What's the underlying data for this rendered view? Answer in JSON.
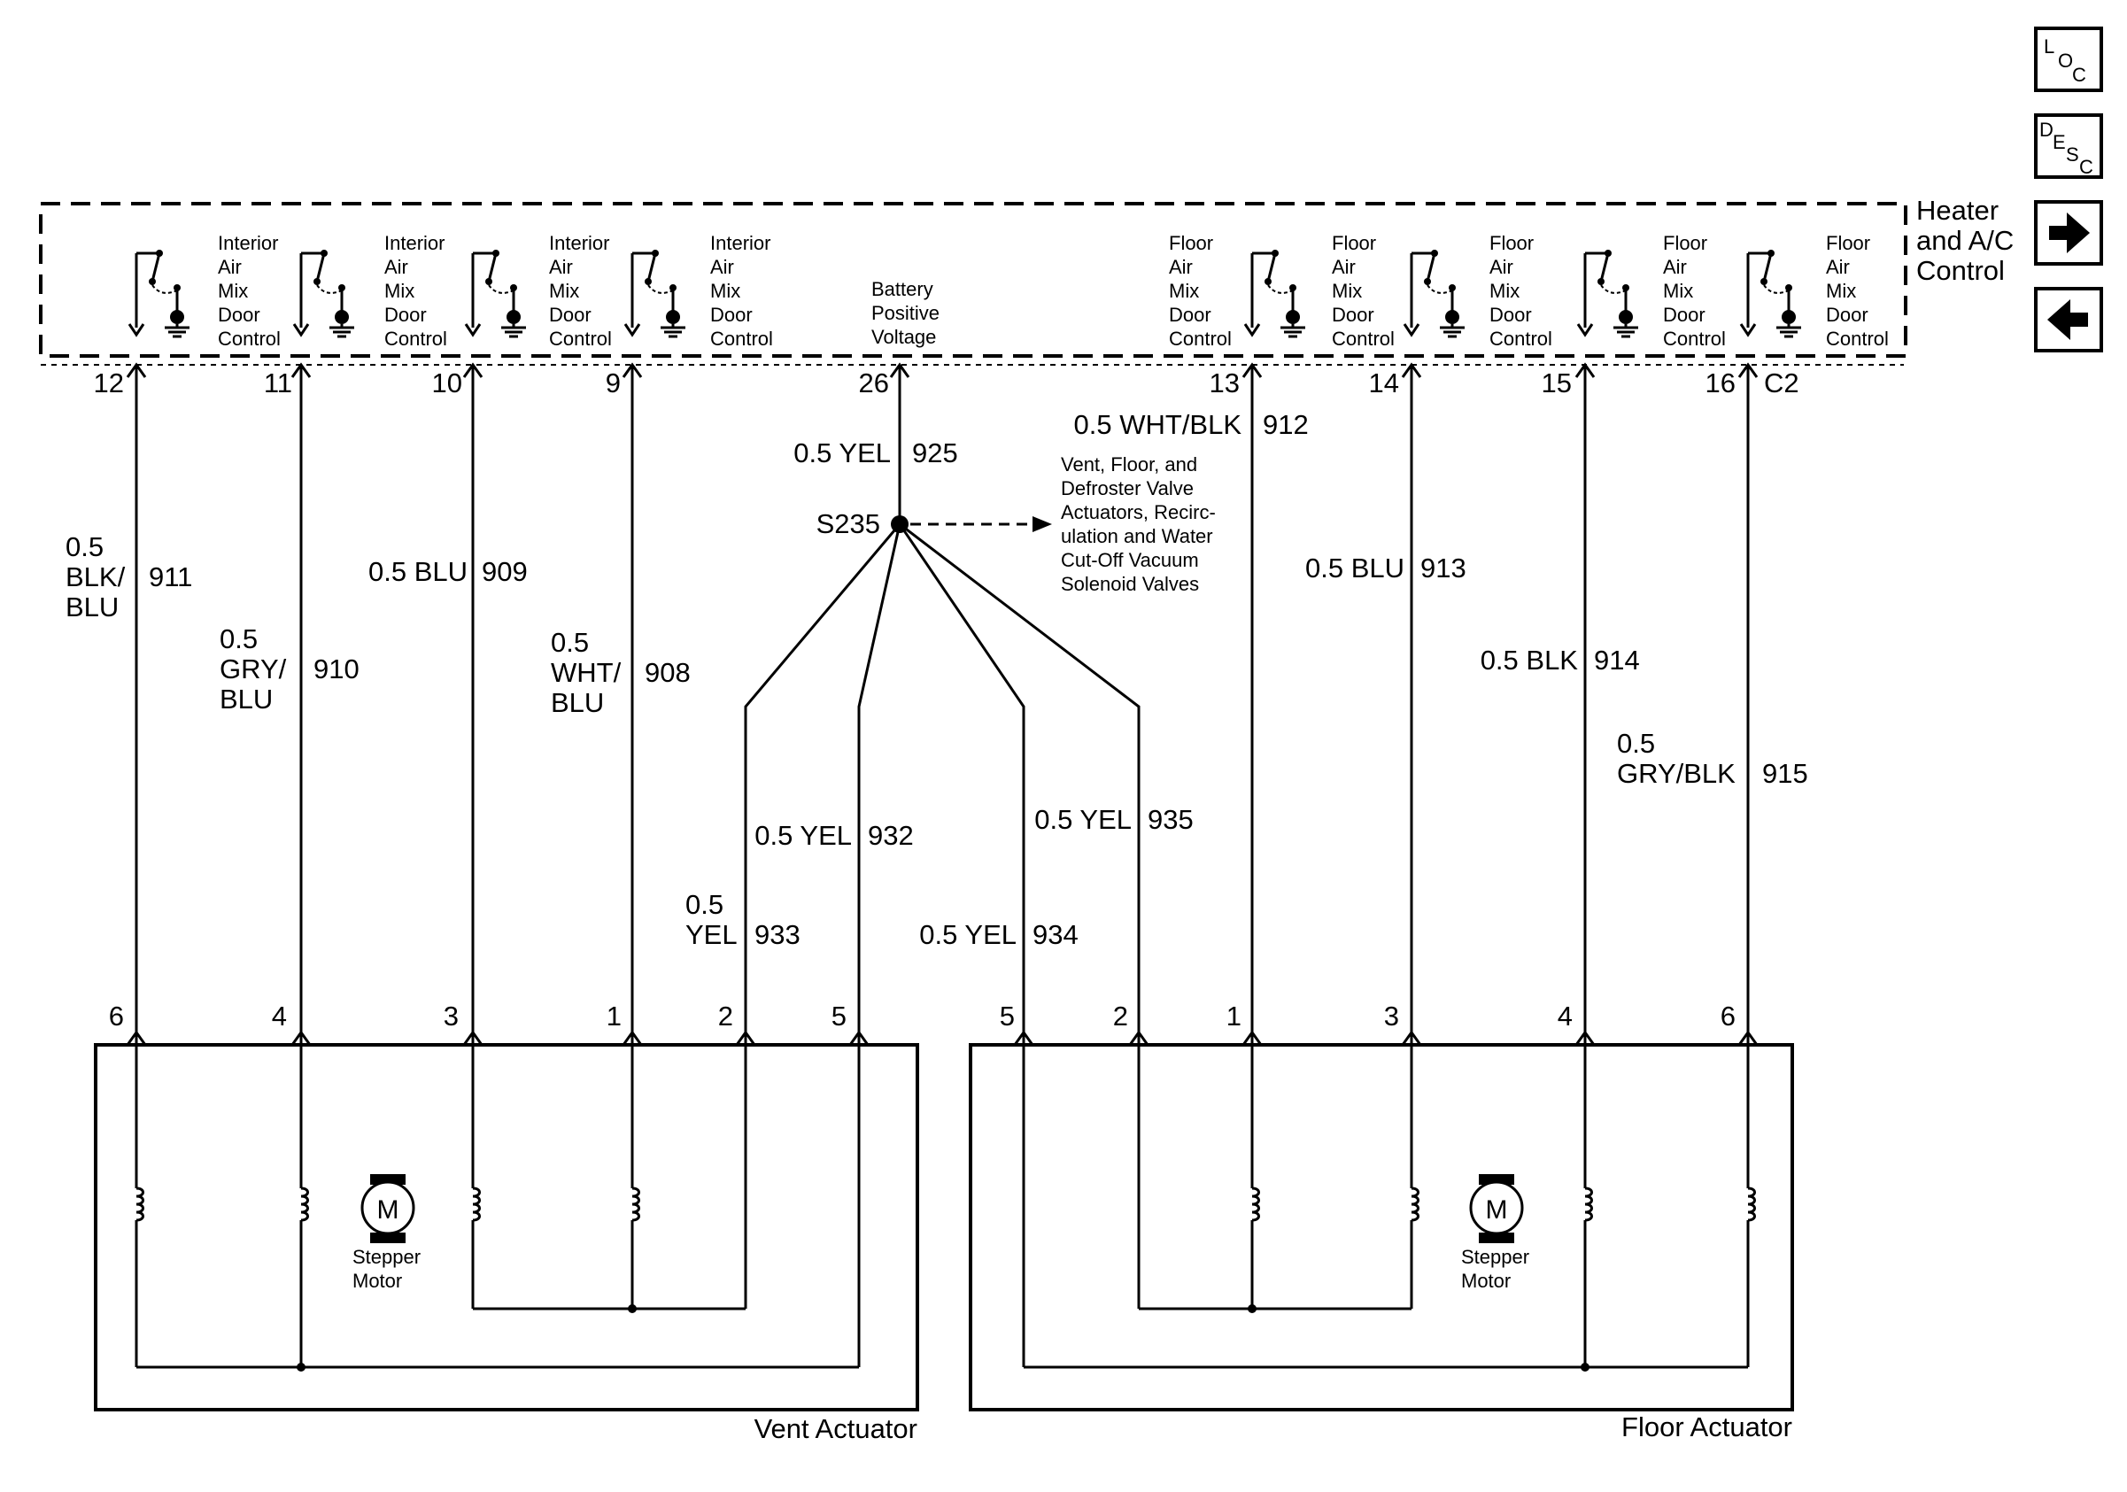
{
  "module": {
    "name_lines": [
      "Heater",
      "and A/C",
      "Control"
    ],
    "connector": "C2",
    "interior_label_lines": [
      "Interior",
      "Air",
      "Mix",
      "Door",
      "Control"
    ],
    "floor_label_lines": [
      "Floor",
      "Air",
      "Mix",
      "Door",
      "Control"
    ],
    "battery_lines": [
      "Battery",
      "Positive",
      "Voltage"
    ]
  },
  "nav": {
    "loc": [
      "L",
      "O",
      "C"
    ],
    "desc": [
      "D",
      "E",
      "S",
      "C"
    ],
    "next_arrow": "right-arrow-icon",
    "prev_arrow": "left-arrow-icon"
  },
  "top_pins": [
    "12",
    "11",
    "10",
    "9",
    "26",
    "13",
    "14",
    "15",
    "16"
  ],
  "wire_labels": {
    "w911": [
      "0.5",
      "BLK/",
      "BLU"
    ],
    "c911": "911",
    "w910": [
      "0.5",
      "GRY/",
      "BLU"
    ],
    "c910": "910",
    "w909": "0.5 BLU",
    "c909": "909",
    "w908": [
      "0.5",
      "WHT/",
      "BLU"
    ],
    "c908": "908",
    "w925": "0.5 YEL",
    "c925": "925",
    "w912": "0.5 WHT/BLK",
    "c912": "912",
    "w913": "0.5 BLU",
    "c913": "913",
    "w914": "0.5 BLK",
    "c914": "914",
    "w915": [
      "0.5",
      "GRY/BLK"
    ],
    "c915": "915",
    "w932": "0.5 YEL",
    "c932": "932",
    "w933": [
      "0.5",
      "YEL"
    ],
    "c933": "933",
    "w934": "0.5 YEL",
    "c934": "934",
    "w935": "0.5 YEL",
    "c935": "935"
  },
  "splice": {
    "id": "S235",
    "note_lines": [
      "Vent, Floor, and",
      "Defroster Valve",
      "Actuators, Recirc-",
      "ulation and Water",
      "Cut-Off Vacuum",
      "Solenoid Valves"
    ]
  },
  "vent_actuator": {
    "name": "Vent Actuator",
    "pins": [
      "6",
      "4",
      "3",
      "1",
      "2",
      "5"
    ],
    "motor_symbol": "M",
    "motor_label_lines": [
      "Stepper",
      "Motor"
    ]
  },
  "floor_actuator": {
    "name": "Floor Actuator",
    "pins": [
      "5",
      "2",
      "1",
      "3",
      "4",
      "6"
    ],
    "motor_symbol": "M",
    "motor_label_lines": [
      "Stepper",
      "Motor"
    ]
  }
}
